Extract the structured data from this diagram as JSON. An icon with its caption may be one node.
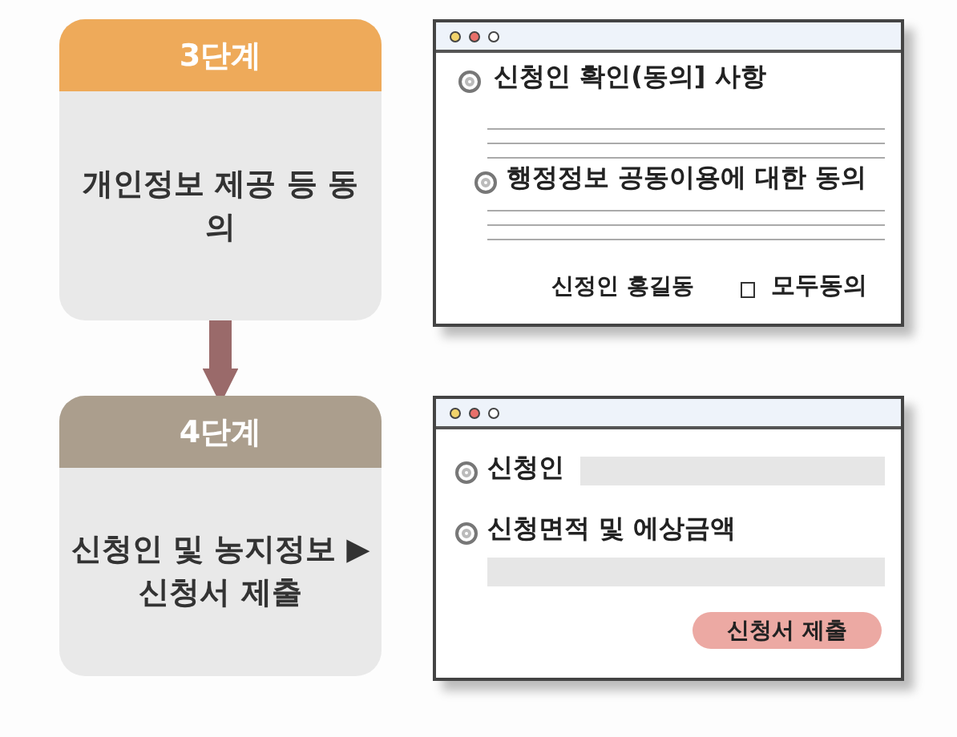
{
  "diagram": {
    "nodes": [
      {
        "text": [
          "3단계",
          "개인정보 제공 등 동의"
        ]
      },
      {
        "text": [
          "4단계",
          "신청인 및 농지정보 ▶ 신청서 제출"
        ]
      },
      {
        "text": [
          "신청인 확인(동의] 사항",
          "행정정보 공동이용에 대한 동의",
          "신정인 홍길동",
          "모두동의"
        ]
      },
      {
        "text": [
          "신청인",
          "신청면적 및 에상금액"
        ]
      },
      {
        "text": [
          "신청서 제출"
        ],
        "in": 3
      }
    ],
    "edges": [
      {
        "from": 0,
        "to": 1,
        "arrow": "to"
      }
    ]
  }
}
